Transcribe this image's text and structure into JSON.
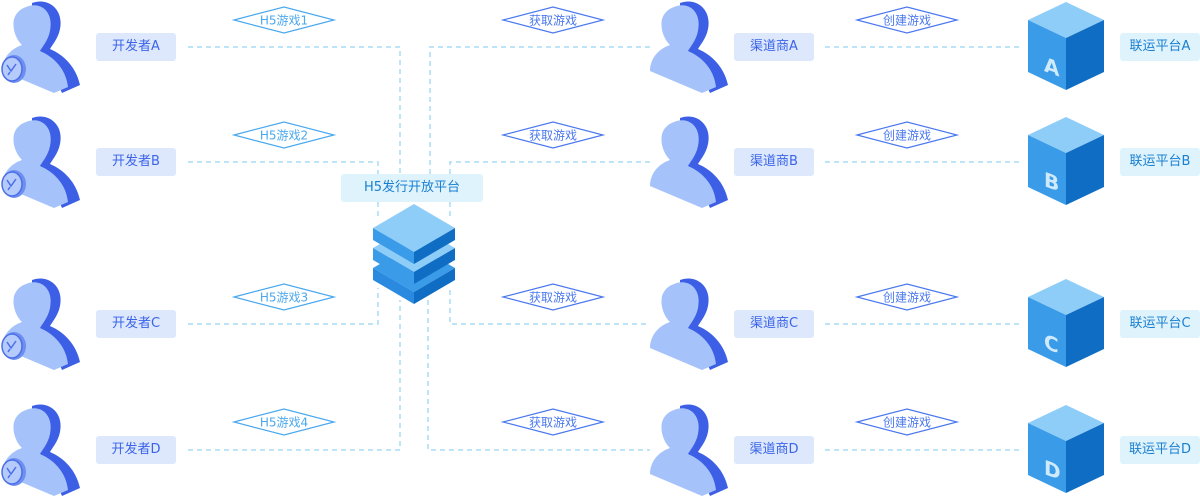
{
  "center": {
    "label": "H5发行开放平台",
    "icon": "layer-stack-icon"
  },
  "developers": [
    {
      "label": "开发者A",
      "game": "H5游戏1",
      "icon": "developer-user-icon"
    },
    {
      "label": "开发者B",
      "game": "H5游戏2",
      "icon": "developer-user-icon"
    },
    {
      "label": "开发者C",
      "game": "H5游戏3",
      "icon": "developer-user-icon"
    },
    {
      "label": "开发者D",
      "game": "H5游戏4",
      "icon": "developer-user-icon"
    }
  ],
  "channels": [
    {
      "label": "渠道商A",
      "action": "获取游戏",
      "icon": "channel-user-icon"
    },
    {
      "label": "渠道商B",
      "action": "获取游戏",
      "icon": "channel-user-icon"
    },
    {
      "label": "渠道商C",
      "action": "获取游戏",
      "icon": "channel-user-icon"
    },
    {
      "label": "渠道商D",
      "action": "获取游戏",
      "icon": "channel-user-icon"
    }
  ],
  "platforms": [
    {
      "label": "联运平台A",
      "action": "创建游戏",
      "letter": "A",
      "icon": "platform-cube-icon"
    },
    {
      "label": "联运平台B",
      "action": "创建游戏",
      "letter": "B",
      "icon": "platform-cube-icon"
    },
    {
      "label": "联运平台C",
      "action": "创建游戏",
      "letter": "C",
      "icon": "platform-cube-icon"
    },
    {
      "label": "联运平台D",
      "action": "创建游戏",
      "letter": "D",
      "icon": "platform-cube-icon"
    }
  ],
  "colors": {
    "connector": "#a8dcf5",
    "dev_diamond": "#4aa8ee",
    "ch_diamond": "#4a78ee",
    "user_light": "#a5c2fb",
    "user_dark": "#3d5fe6",
    "cube_top": "#8fcdf9",
    "cube_left": "#3a9be8",
    "cube_right": "#0f6dc4"
  }
}
